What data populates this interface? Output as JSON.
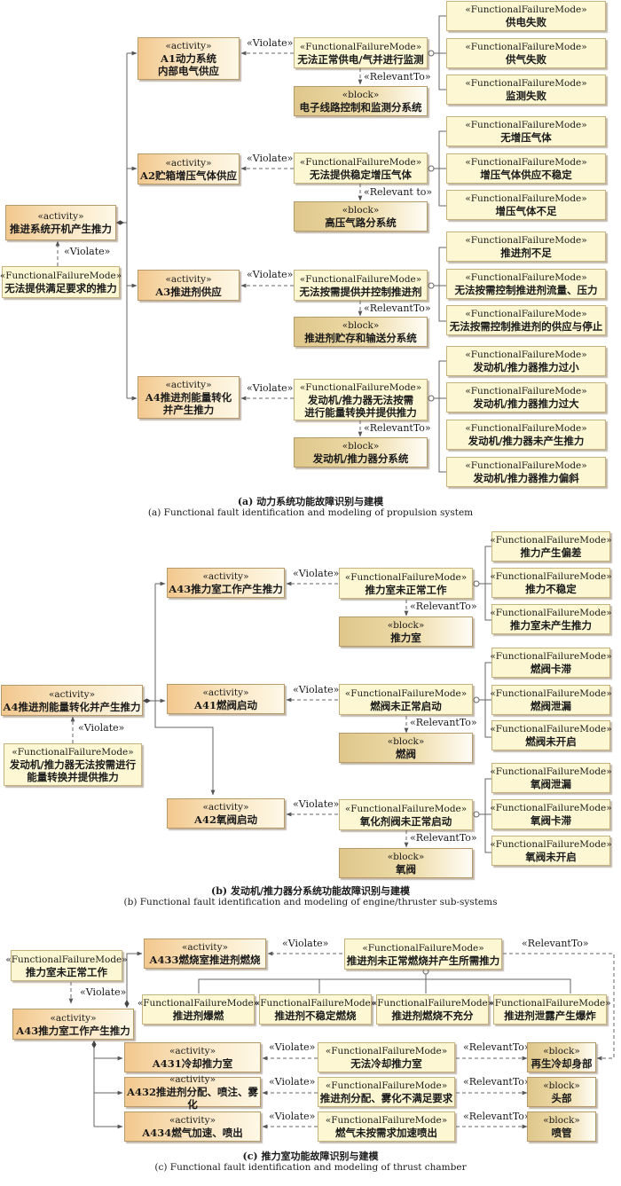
{
  "stereotypes": {
    "activity": "«activity»",
    "ffm": "«FunctionalFailureMode»",
    "block": "«block»",
    "violate": "«Violate»",
    "relevant_to": "«RelevantTo»",
    "relevant_to_spaced": "«Relevant to»"
  },
  "panel_a": {
    "caption_zh": "(a) 动力系统功能故障识别与建模",
    "caption_en": "(a) Functional fault identification and modeling of propulsion system",
    "root_activity": "推进系统开机产生推力",
    "root_ffm": "无法提供满足要求的推力",
    "branches": [
      {
        "activity_l1": "A1动力系统",
        "activity_l2": "内部电气供应",
        "ffm": "无法正常供电/气并进行监测",
        "block": "电子线路控制和监测分系统",
        "children": [
          "供电失败",
          "供气失败",
          "监测失败"
        ]
      },
      {
        "activity_l1": "A2贮箱增压气体供应",
        "activity_l2": "",
        "ffm": "无法提供稳定增压气体",
        "block": "高压气路分系统",
        "children": [
          "无增压气体",
          "增压气体供应不稳定",
          "增压气体不足"
        ]
      },
      {
        "activity_l1": "A3推进剂供应",
        "activity_l2": "",
        "ffm": "无法按需提供并控制推进剂",
        "block": "推进剂贮存和输送分系统",
        "children": [
          "推进剂不足",
          "无法按需控制推进剂流量、压力",
          "无法按需控制推进剂的供应与停止"
        ]
      },
      {
        "activity_l1": "A4推进剂能量转化",
        "activity_l2": "并产生推力",
        "ffm_l1": "发动机/推力器无法按需",
        "ffm_l2": "进行能量转换并提供推力",
        "block": "发动机/推力器分系统",
        "children": [
          "发动机/推力器推力过小",
          "发动机/推力器推力过大",
          "发动机/推力器未产生推力",
          "发动机/推力器推力偏斜"
        ]
      }
    ]
  },
  "panel_b": {
    "caption_zh": "(b) 发动机/推力器分系统功能故障识别与建模",
    "caption_en": "(b) Functional fault identification and modeling of engine/thruster sub-systems",
    "root_activity": "A4推进剂能量转化并产生推力",
    "root_ffm_l1": "发动机/推力器无法按需进行",
    "root_ffm_l2": "能量转换并提供推力",
    "branches": [
      {
        "activity": "A43推力室工作产生推力",
        "ffm": "推力室未正常工作",
        "block": "推力室",
        "children": [
          "推力产生偏差",
          "推力不稳定",
          "推力室未产生推力"
        ]
      },
      {
        "activity": "A41燃阀启动",
        "ffm": "燃阀未正常启动",
        "block": "燃阀",
        "children": [
          "燃阀卡滞",
          "燃阀泄漏",
          "燃阀未开启"
        ]
      },
      {
        "activity": "A42氧阀启动",
        "ffm": "氧化剂阀未正常启动",
        "block": "氧阀",
        "children": [
          "氧阀泄漏",
          "氧阀卡滞",
          "氧阀未开启"
        ]
      }
    ]
  },
  "panel_c": {
    "caption_zh": "(c) 推力室功能故障识别与建模",
    "caption_en": "(c) Functional fault identification and modeling of thrust chamber",
    "root_ffm": "推力室未正常工作",
    "root_activity": "A43推力室工作产生推力",
    "top": {
      "activity": "A433燃烧室推进剂燃烧",
      "ffm": "推进剂未正常燃烧并产生所需推力",
      "children": [
        "推进剂爆燃",
        "推进剂不稳定燃烧",
        "推进剂燃烧不充分",
        "推进剂泄露产生爆炸"
      ]
    },
    "rows": [
      {
        "activity": "A431冷却推力室",
        "ffm": "无法冷却推力室",
        "block": "再生冷却身部"
      },
      {
        "activity": "A432推进剂分配、喷注、雾化",
        "ffm": "推进剂分配、雾化不满足要求",
        "block": "头部"
      },
      {
        "activity": "A434燃气加速、喷出",
        "ffm": "燃气未按需求加速喷出",
        "block": "喷管"
      }
    ]
  },
  "colors": {
    "activity_fill": "#f2c88e",
    "ffm_fill": "#fdf8d3",
    "block_fill": "#dfc78b",
    "connector": "#666666"
  }
}
